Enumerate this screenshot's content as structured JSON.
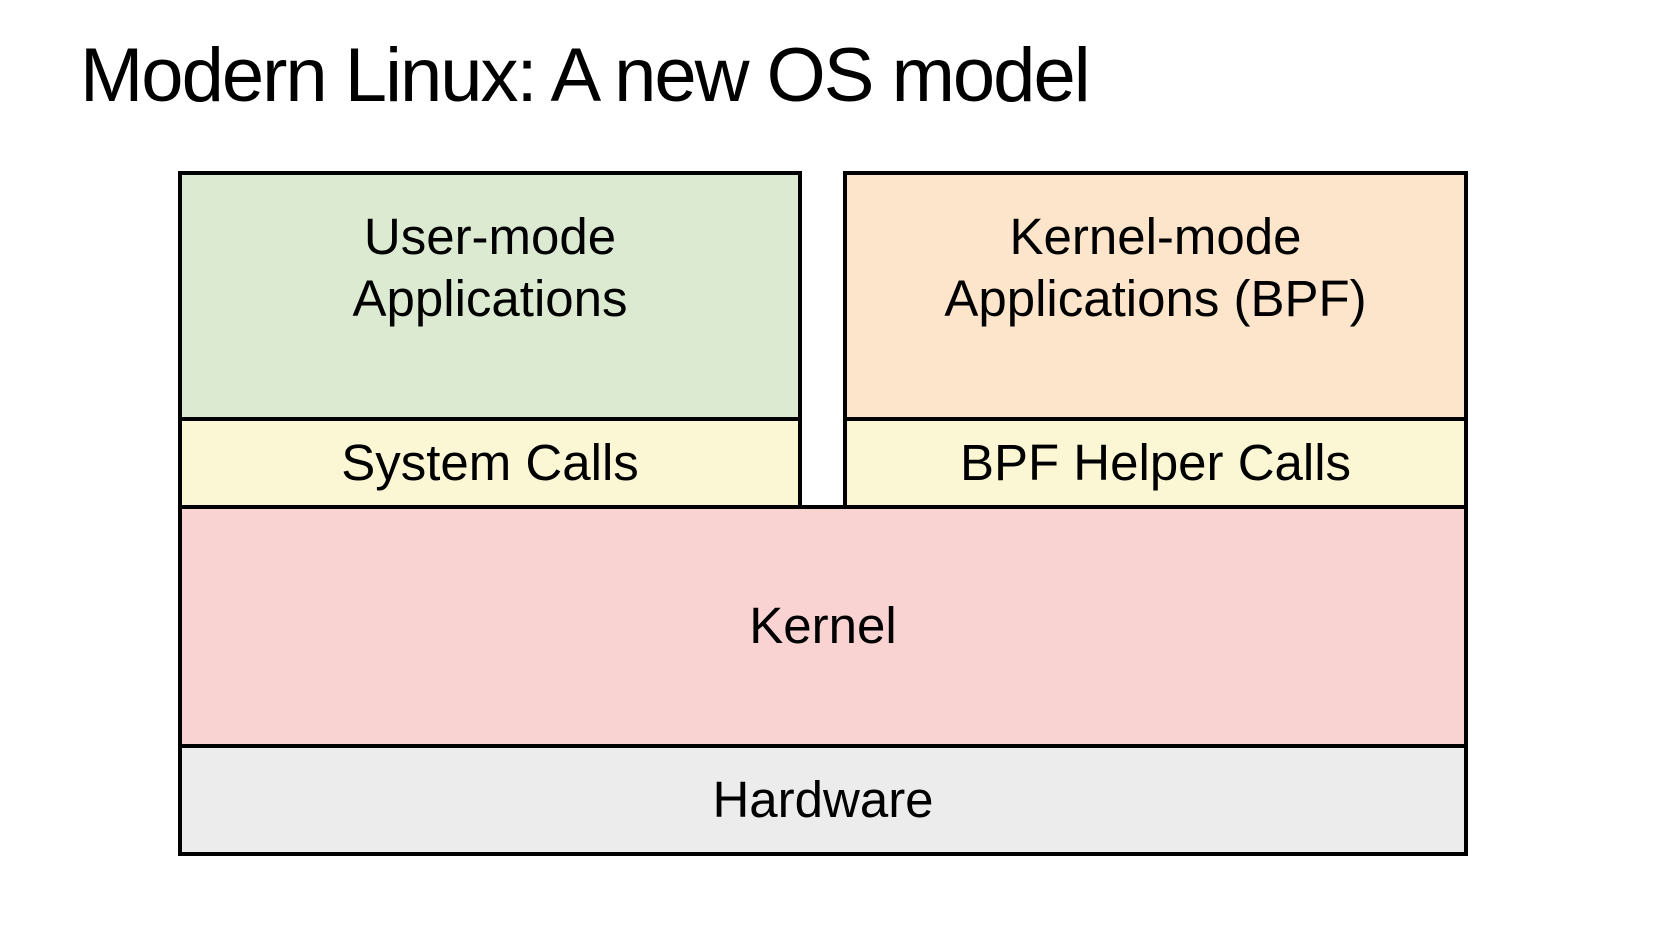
{
  "title": "Modern Linux: A new OS model",
  "colors": {
    "background": "#ffffff",
    "border": "#000000",
    "text": "#000000",
    "user_mode_green": "#dcead2",
    "kernel_mode_orange": "#fce5cb",
    "calls_yellow": "#fbf7d5",
    "kernel_pink": "#f9d2d2",
    "hardware_gray": "#ececec"
  },
  "diagram": {
    "user_mode_box": {
      "label": "User-mode\nApplications"
    },
    "kernel_mode_box": {
      "label": "Kernel-mode\nApplications (BPF)"
    },
    "system_calls_box": {
      "label": "System Calls"
    },
    "bpf_helper_calls_box": {
      "label": "BPF Helper Calls"
    },
    "kernel_box": {
      "label": "Kernel"
    },
    "hardware_box": {
      "label": "Hardware"
    }
  }
}
